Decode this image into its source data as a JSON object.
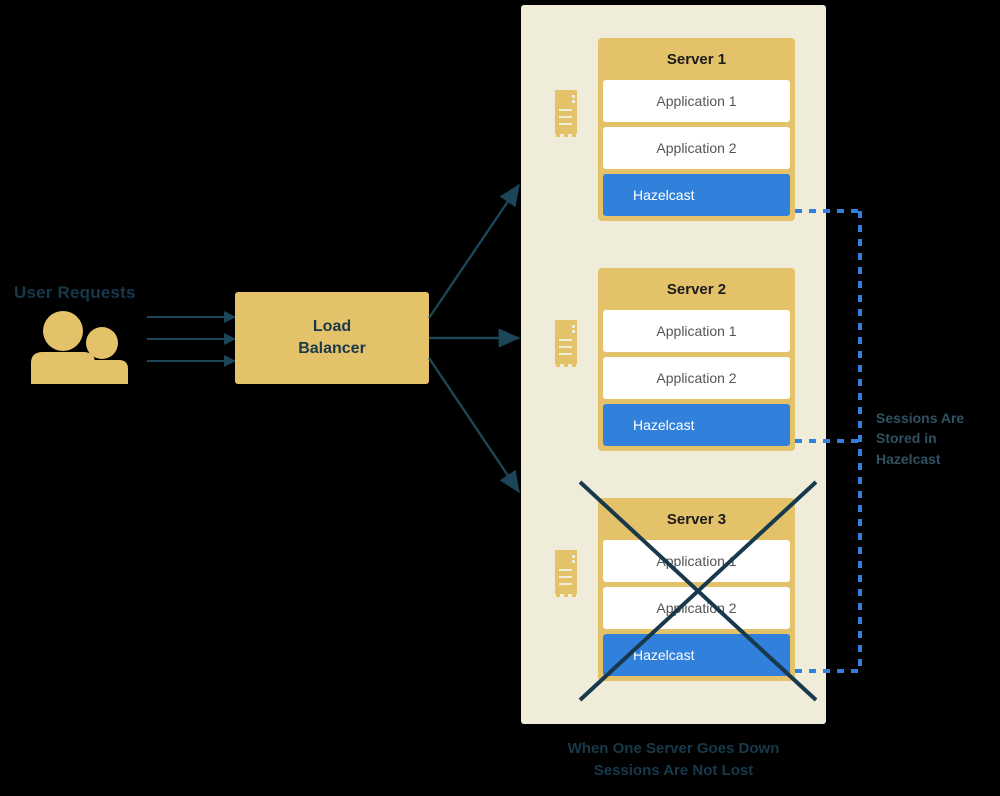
{
  "diagram": {
    "left": {
      "users_label": "User Requests",
      "users_icon": "users-icon"
    },
    "load_balancer": {
      "line1": "Load",
      "line2": "Balancer"
    },
    "servers": [
      {
        "title": "Server 1",
        "icon": "server-rack-icon",
        "rows": [
          {
            "label": "Application 1",
            "kind": "app"
          },
          {
            "label": "Application 2",
            "kind": "app"
          },
          {
            "label": "Hazelcast",
            "kind": "hazelcast"
          }
        ],
        "down": false
      },
      {
        "title": "Server 2",
        "icon": "server-rack-icon",
        "rows": [
          {
            "label": "Application 1",
            "kind": "app"
          },
          {
            "label": "Application 2",
            "kind": "app"
          },
          {
            "label": "Hazelcast",
            "kind": "hazelcast"
          }
        ],
        "down": false
      },
      {
        "title": "Server 3",
        "icon": "server-rack-icon",
        "rows": [
          {
            "label": "Application 1",
            "kind": "app"
          },
          {
            "label": "Application 2",
            "kind": "app"
          },
          {
            "label": "Hazelcast",
            "kind": "hazelcast"
          }
        ],
        "down": true
      }
    ],
    "session_note": {
      "line1": "Sessions Are",
      "line2": "Stored in",
      "line3": "Hazelcast"
    },
    "caption": {
      "line1": "When One Server Goes Down",
      "line2": "Sessions Are Not Lost"
    },
    "colors": {
      "background": "#000000",
      "panel": "#efedd9",
      "gold": "#e4c269",
      "hazelcast_blue": "#3080dc",
      "arrow_dark": "#1d4558",
      "text_dark": "#17394b",
      "app_white": "#ffffff",
      "app_text": "#555555",
      "note_text": "#2f5162"
    }
  }
}
